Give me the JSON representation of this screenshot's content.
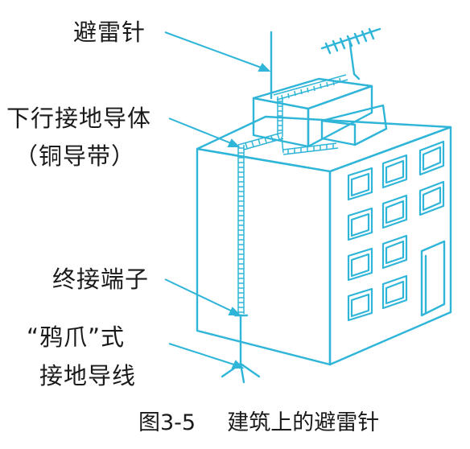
{
  "labels": {
    "lightning_rod": "避雷针",
    "down_conductor_line1": "下行接地导体",
    "down_conductor_line2": "（铜导带）",
    "terminal": "终接端子",
    "crowfoot_line1": "“鸦爪”式",
    "crowfoot_line2": "接地导线"
  },
  "caption": {
    "figure_number": "图3-5",
    "title": "建筑上的避雷针"
  },
  "colors": {
    "line": "#2fb5d8",
    "text": "#1a1a1a",
    "background": "#ffffff"
  }
}
